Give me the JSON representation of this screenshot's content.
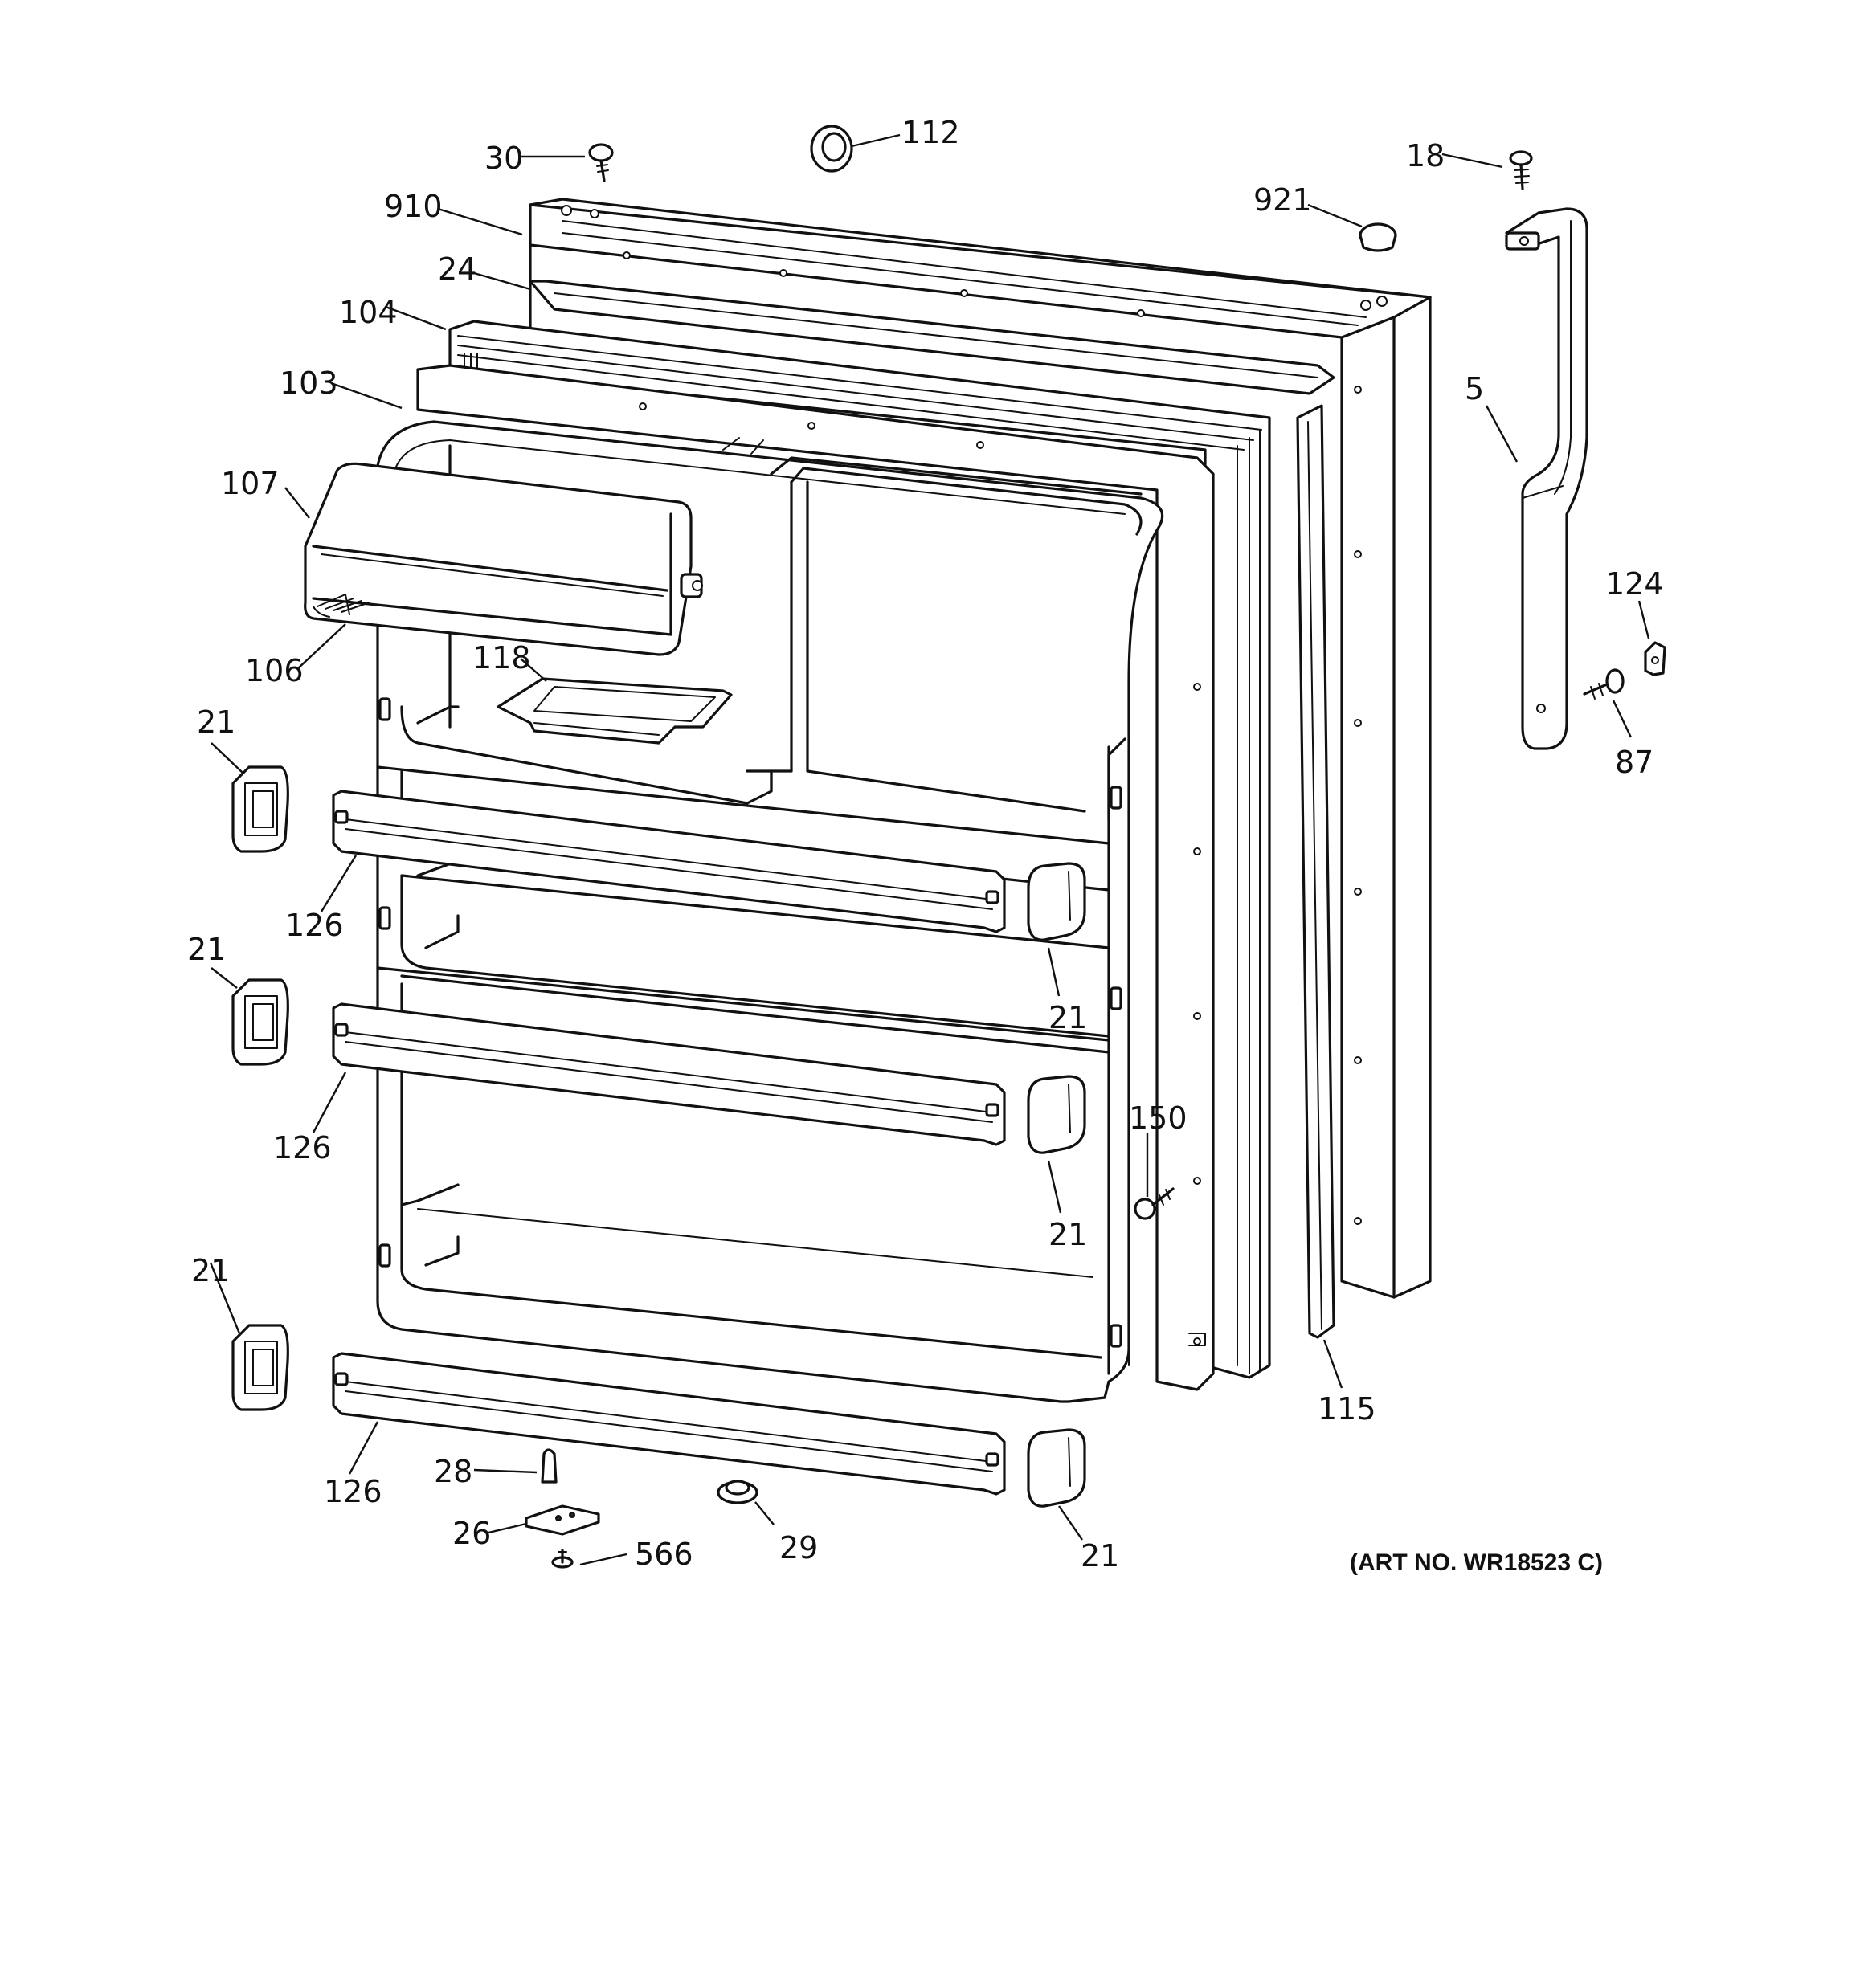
{
  "callouts": {
    "c30": "30",
    "c112": "112",
    "c18": "18",
    "c910": "910",
    "c921": "921",
    "c24": "24",
    "c104": "104",
    "c103": "103",
    "c5": "5",
    "c107": "107",
    "c124": "124",
    "c106": "106",
    "c118": "118",
    "c87": "87",
    "c21": "21",
    "c126": "126",
    "c150": "150",
    "c115": "115",
    "c28": "28",
    "c26": "26",
    "c566": "566",
    "c29": "29"
  },
  "art_number": "(ART NO. WR18523 C)"
}
